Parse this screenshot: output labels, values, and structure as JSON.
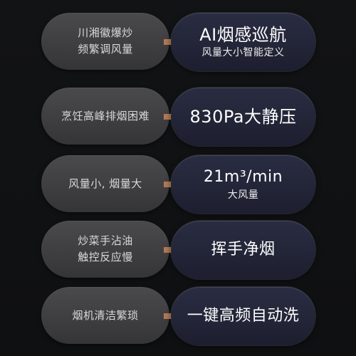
{
  "rows": [
    {
      "problem_line1": "川湘徽爆炒",
      "problem_line2": "频繁调风量",
      "solution_main": "AI烟感巡航",
      "solution_sub": "风量大小智能定义"
    },
    {
      "problem_line1": "烹饪高峰排烟困难",
      "problem_line2": "",
      "solution_main": "830Pa大静压",
      "solution_sub": ""
    },
    {
      "problem_line1": "风量小, 烟量大",
      "problem_line2": "",
      "solution_main": "21m³/min",
      "solution_sub": "大风量"
    },
    {
      "problem_line1": "炒菜手沾油",
      "problem_line2": "触控反应慢",
      "solution_main": "挥手净烟",
      "solution_sub": ""
    },
    {
      "problem_line1": "烟机清洁繁琐",
      "problem_line2": "",
      "solution_main": "一键高频自动洗",
      "solution_sub": ""
    }
  ],
  "colors": {
    "arrow": "#b07a55",
    "problem_bg": "#3f3f41",
    "solution_bg": "#23253a"
  },
  "icons": {
    "arrow": "arrow-right-icon"
  }
}
